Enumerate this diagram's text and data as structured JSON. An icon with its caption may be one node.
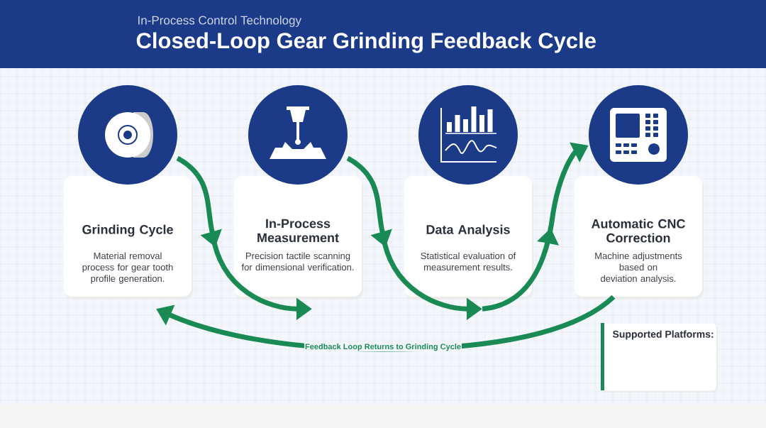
{
  "diagram": {
    "title": "Closed-Loop Gear Grinding Feedback Cycle",
    "nodes": [
      {
        "text": [
          "Grinding Cycle",
          "Material removal process for gear tooth profile generation."
        ]
      },
      {
        "text": [
          "In-Process Measurement",
          "Precision tactile scanning for dimensional verification."
        ]
      },
      {
        "text": [
          "Data Analysis",
          "Statistical evaluation of measurement results."
        ]
      },
      {
        "text": [
          "Automatic CNC Correction",
          "Machine adjustments based on deviation analysis."
        ]
      },
      {
        "text": [
          "Supported Platforms:"
        ]
      }
    ],
    "edges": [
      {
        "from": 0,
        "to": 1,
        "arrow": "to"
      },
      {
        "from": 1,
        "to": 2,
        "arrow": "to"
      },
      {
        "from": 2,
        "to": 3,
        "arrow": "to"
      },
      {
        "from": 3,
        "to": 0,
        "arrow": "to",
        "label": "Feedback Loop Returns to Grinding Cycle"
      }
    ],
    "labels": [
      "In-Process Control Technology"
    ]
  }
}
